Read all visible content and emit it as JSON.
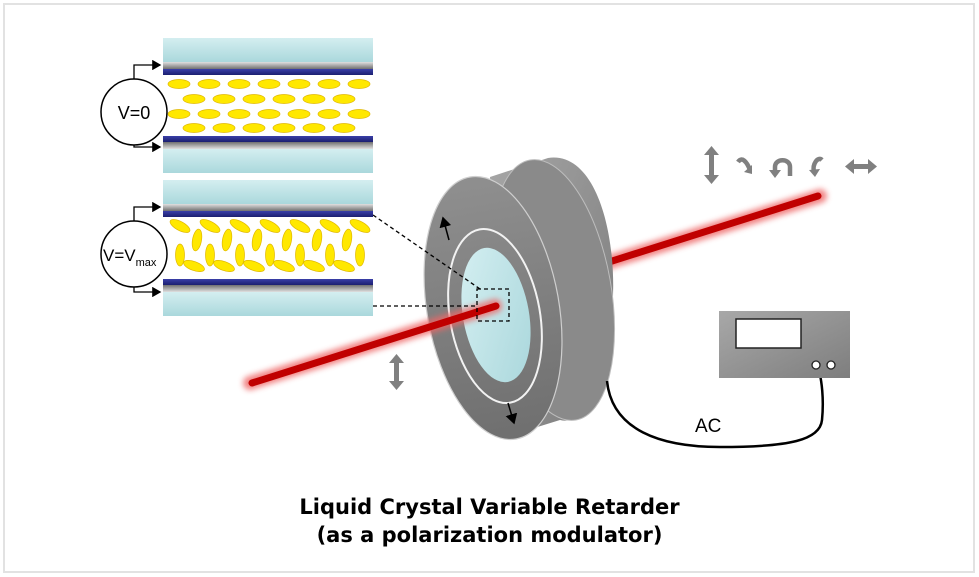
{
  "title": {
    "line1": "Liquid Crystal Variable Retarder",
    "line2": "(as a polarization modulator)"
  },
  "cells": [
    {
      "id": "off",
      "voltage_label": "V=0",
      "voltage_main": "V=0",
      "voltage_sub": "",
      "orientation": "parallel"
    },
    {
      "id": "on",
      "voltage_label": "V=Vmax",
      "voltage_main": "V=V",
      "voltage_sub": "max",
      "orientation": "rotated"
    }
  ],
  "function_generator": {
    "label": "AC"
  },
  "polarization_states": [
    "vertical-linear",
    "elliptical-right",
    "circular",
    "elliptical-left",
    "horizontal-linear"
  ],
  "input_polarization": "vertical-linear",
  "colors": {
    "glass": "#bfe3e6",
    "electrode": "#2a2f8f",
    "liquid_crystal": "#ffe800",
    "laser": "#cc0000",
    "retarder_body": "#8c8c8c",
    "aperture": "#c4e6ea"
  }
}
